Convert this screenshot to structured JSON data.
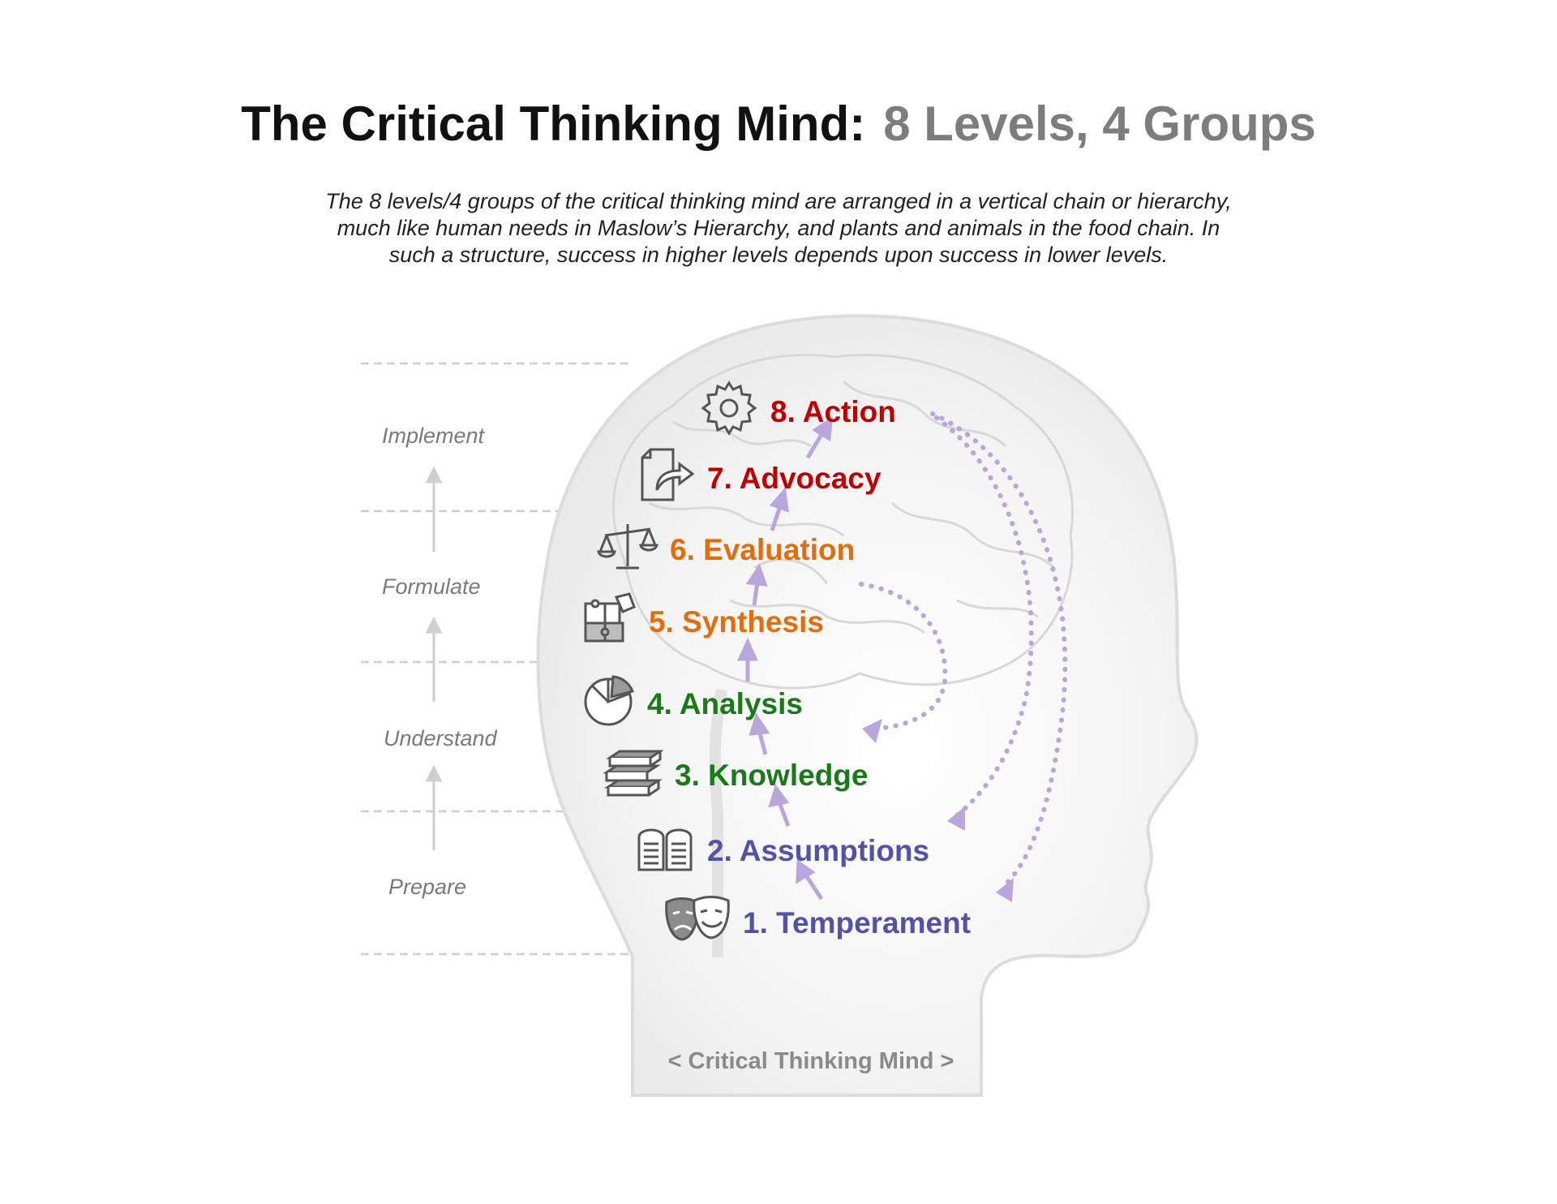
{
  "title": {
    "main": "The Critical Thinking Mind:",
    "sub": "8 Levels, 4 Groups"
  },
  "description": {
    "line1": "The 8 levels/4 groups of the critical thinking mind are arranged in a vertical chain or hierarchy,",
    "line2": "much like human needs in Maslow’s Hierarchy, and plants and animals in the food chain. In",
    "line3": "such a structure, success in higher levels depends upon success in lower levels."
  },
  "groups": [
    {
      "label": "Implement"
    },
    {
      "label": "Formulate"
    },
    {
      "label": "Understand"
    },
    {
      "label": "Prepare"
    }
  ],
  "levels": [
    {
      "label": "8. Action",
      "icon": "gear-icon",
      "color": "#c00000"
    },
    {
      "label": "7. Advocacy",
      "icon": "document-share-icon",
      "color": "#c00000"
    },
    {
      "label": "6. Evaluation",
      "icon": "scales-icon",
      "color": "#e46c0a"
    },
    {
      "label": "5. Synthesis",
      "icon": "puzzle-icon",
      "color": "#e46c0a"
    },
    {
      "label": "4. Analysis",
      "icon": "pie-chart-icon",
      "color": "#1a7a1a"
    },
    {
      "label": "3. Knowledge",
      "icon": "books-icon",
      "color": "#1a7a1a"
    },
    {
      "label": "2. Assumptions",
      "icon": "tablets-icon",
      "color": "#5252a8"
    },
    {
      "label": "1. Temperament",
      "icon": "theater-masks-icon",
      "color": "#5252a8"
    }
  ],
  "caption": "< Critical Thinking Mind >",
  "colors": {
    "arrow": "#b9a6dc",
    "head_fill": "#ececec",
    "head_stroke": "#dcdcdc",
    "group_arrow": "#cfcfcf",
    "divider": "#cccccc"
  }
}
